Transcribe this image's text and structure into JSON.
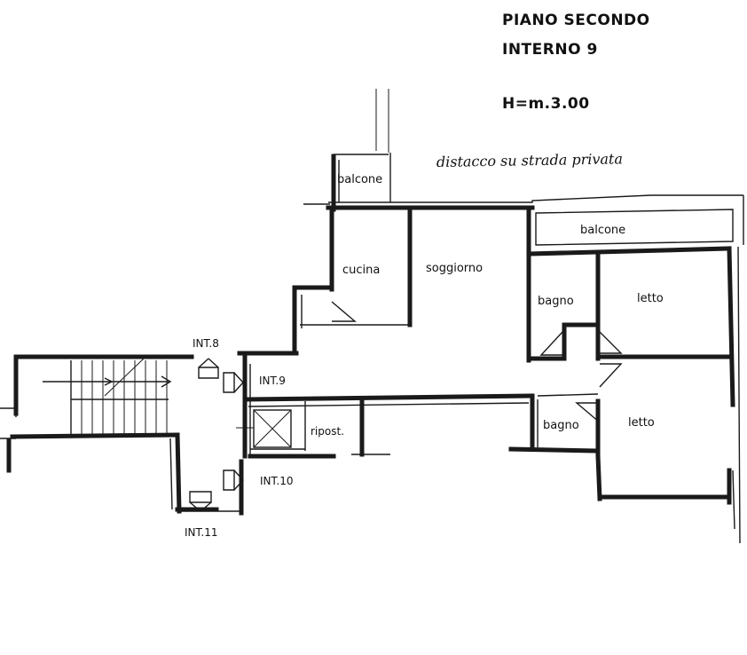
{
  "header": {
    "floor": "PIANO SECONDO",
    "unit": "INTERNO 9",
    "height": "H=m.3.00"
  },
  "note": "distacco su strada privata",
  "rooms": {
    "balcone_top": "balcone",
    "balcone_right": "balcone",
    "cucina": "cucina",
    "soggiorno": "soggiorno",
    "bagno_1": "bagno",
    "letto_1": "letto",
    "ripost": "ripost.",
    "bagno_2": "bagno",
    "letto_2": "letto"
  },
  "landing": {
    "int_8": "INT.8",
    "int_9": "INT.9",
    "int_10": "INT.10",
    "int_11": "INT.11"
  }
}
